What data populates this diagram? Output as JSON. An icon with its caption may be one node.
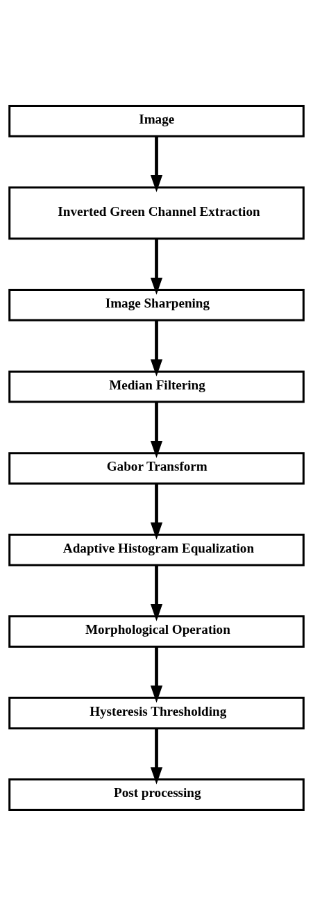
{
  "diagram": {
    "nodes": [
      {
        "text": [
          "Image"
        ]
      },
      {
        "text": [
          "Inverted Green Channel Extraction"
        ]
      },
      {
        "text": [
          "Image Sharpening"
        ]
      },
      {
        "text": [
          "Median Filtering"
        ]
      },
      {
        "text": [
          "Gabor Transform"
        ]
      },
      {
        "text": [
          "Adaptive Histogram Equalization"
        ]
      },
      {
        "text": [
          "Morphological Operation"
        ]
      },
      {
        "text": [
          "Hysteresis Thresholding"
        ]
      },
      {
        "text": [
          "Post processing"
        ]
      }
    ],
    "edges": [
      {
        "from": 0,
        "to": 1,
        "arrow": "to"
      },
      {
        "from": 1,
        "to": 2,
        "arrow": "to"
      },
      {
        "from": 2,
        "to": 3,
        "arrow": "to"
      },
      {
        "from": 3,
        "to": 4,
        "arrow": "to"
      },
      {
        "from": 4,
        "to": 5,
        "arrow": "to"
      },
      {
        "from": 5,
        "to": 6,
        "arrow": "to"
      },
      {
        "from": 6,
        "to": 7,
        "arrow": "to"
      },
      {
        "from": 7,
        "to": 8,
        "arrow": "to"
      }
    ]
  }
}
